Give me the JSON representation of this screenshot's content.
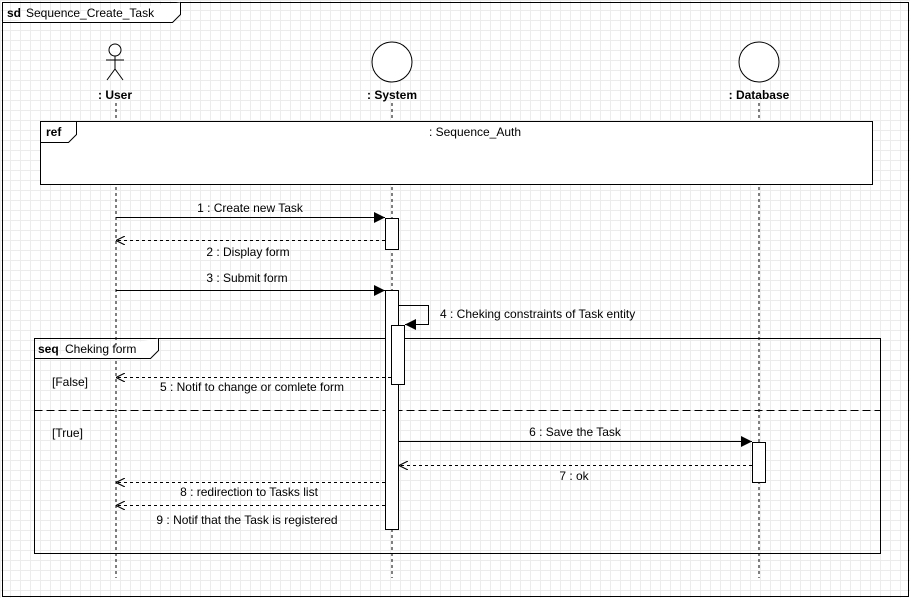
{
  "diagram": {
    "kind": "sd",
    "name": "Sequence_Create_Task"
  },
  "lifelines": [
    {
      "label": ": User",
      "icon": "actor-icon"
    },
    {
      "label": ": System",
      "icon": "control-icon"
    },
    {
      "label": ": Database",
      "icon": "entity-icon"
    }
  ],
  "ref": {
    "keyword": "ref",
    "label": ": Sequence_Auth"
  },
  "messages": [
    {
      "label": "1 : Create new Task",
      "kind": "sync"
    },
    {
      "label": "2 : Display form",
      "kind": "return"
    },
    {
      "label": "3 : Submit form",
      "kind": "sync"
    },
    {
      "label": "4 : Cheking constraints of Task entity",
      "kind": "self"
    },
    {
      "label": "5 : Notif to change or comlete form",
      "kind": "return"
    },
    {
      "label": "6 : Save the Task",
      "kind": "sync"
    },
    {
      "label": "7 : ok",
      "kind": "return"
    },
    {
      "label": "8 : redirection to Tasks list",
      "kind": "return"
    },
    {
      "label": "9 : Notif that the Task is registered",
      "kind": "return"
    }
  ],
  "fragment": {
    "keyword": "seq",
    "name": "Cheking form",
    "guards": [
      "[False]",
      "[True]"
    ]
  }
}
